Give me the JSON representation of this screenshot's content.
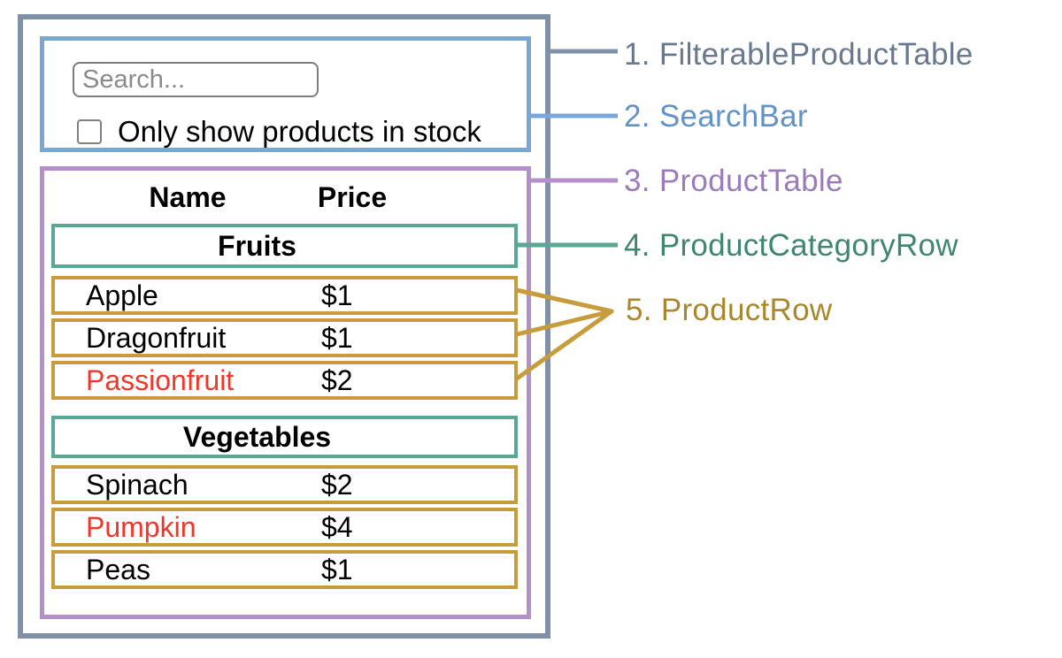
{
  "palette": {
    "container_border": "#8090a5",
    "searchbar_border": "#7aa5d8",
    "table_border": "#b48fcb",
    "category_border": "#5aa793",
    "row_border": "#c79c3d",
    "out_of_stock_text": "#f0382a"
  },
  "search_bar": {
    "placeholder": "Search...",
    "checkbox_label": "Only show products in stock",
    "checkbox_checked": false
  },
  "table": {
    "columns": [
      "Name",
      "Price"
    ],
    "groups": [
      {
        "category": "Fruits",
        "rows": [
          {
            "name": "Apple",
            "price": "$1",
            "in_stock": true
          },
          {
            "name": "Dragonfruit",
            "price": "$1",
            "in_stock": true
          },
          {
            "name": "Passionfruit",
            "price": "$2",
            "in_stock": false
          }
        ]
      },
      {
        "category": "Vegetables",
        "rows": [
          {
            "name": "Spinach",
            "price": "$2",
            "in_stock": true
          },
          {
            "name": "Pumpkin",
            "price": "$4",
            "in_stock": false
          },
          {
            "name": "Peas",
            "price": "$1",
            "in_stock": true
          }
        ]
      }
    ]
  },
  "legend": [
    {
      "label": "1. FilterableProductTable",
      "color": "#67788f"
    },
    {
      "label": "2. SearchBar",
      "color": "#6292c8"
    },
    {
      "label": "3. ProductTable",
      "color": "#9b7bbd"
    },
    {
      "label": "4. ProductCategoryRow",
      "color": "#3f8671"
    },
    {
      "label": "5. ProductRow",
      "color": "#a8872f"
    }
  ]
}
